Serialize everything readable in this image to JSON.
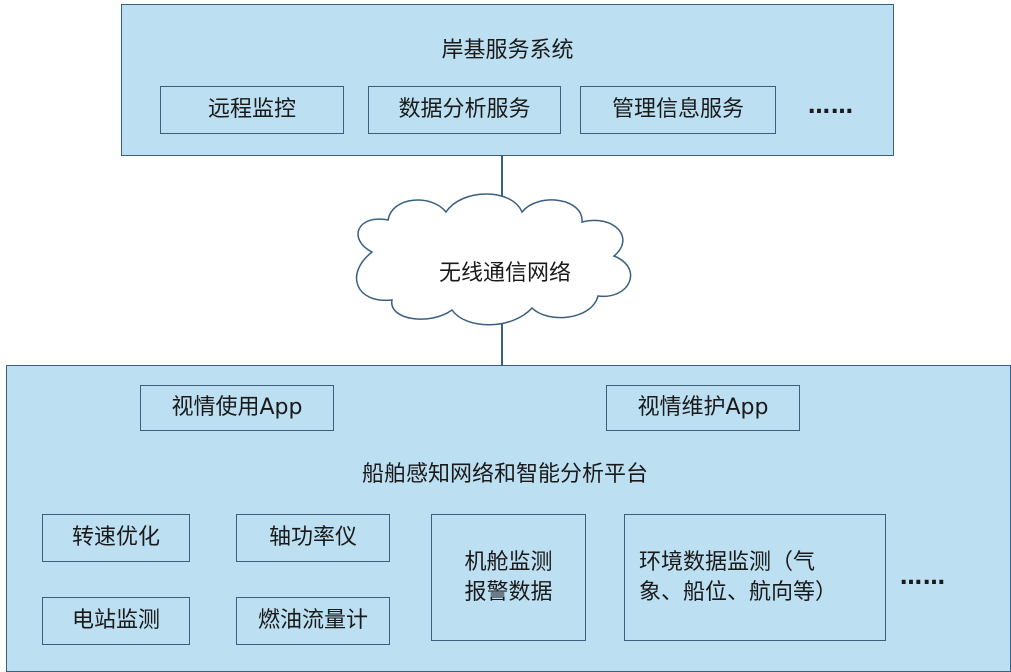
{
  "shore_system": {
    "title": "岸基服务系统",
    "items": [
      "远程监控",
      "数据分析服务",
      "管理信息服务"
    ],
    "ellipsis": "……"
  },
  "network": {
    "label": "无线通信网络"
  },
  "ship_platform": {
    "apps": [
      "视情使用App",
      "视情维护App"
    ],
    "title": "船舶感知网络和智能分析平台",
    "modules": {
      "speed_opt": "转速优化",
      "shaft_power": "轴功率仪",
      "power_station": "电站监测",
      "fuel_meter": "燃油流量计",
      "engine_room": [
        "机舱监测",
        "报警数据"
      ],
      "environment": [
        "环境数据监测（气",
        "象、船位、航向等）"
      ]
    },
    "ellipsis": "……"
  }
}
